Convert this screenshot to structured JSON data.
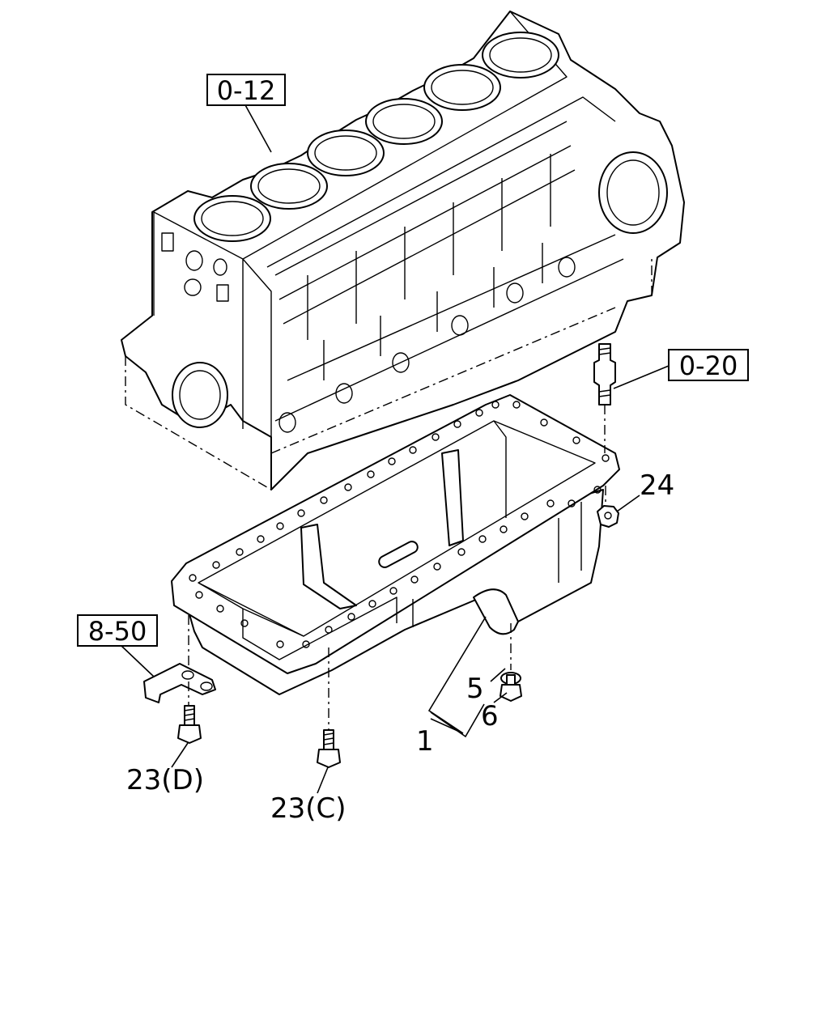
{
  "references": {
    "block": "0-12",
    "stud": "0-20",
    "bracket": "8-50"
  },
  "part_numbers": {
    "oil_pan": "1",
    "gasket": "5",
    "drain_plug": "6",
    "bolt_d": "23(D)",
    "bolt_c": "23(C)",
    "nut": "24"
  }
}
